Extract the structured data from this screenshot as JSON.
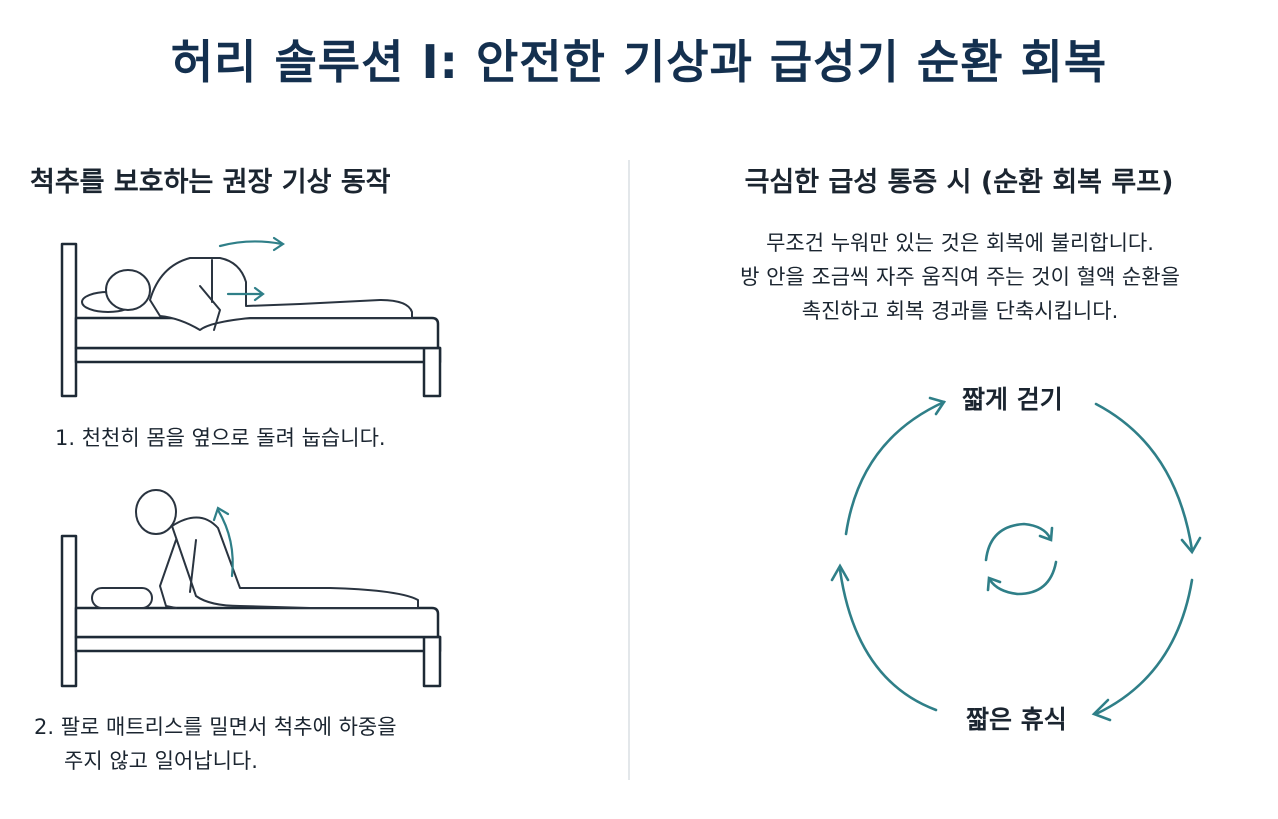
{
  "title": "허리 솔루션 I: 안전한 기상과 급성기 순환 회복",
  "left": {
    "heading": "척추를 보호하는 권장 기상 동작",
    "step1": "1. 천천히 몸을 옆으로 돌려 눕습니다.",
    "step2_line1": "2. 팔로 매트리스를 밀면서 척추에 하중을",
    "step2_line2": "주지 않고 일어납니다."
  },
  "right": {
    "heading": "극심한 급성 통증 시 (순환 회복 루프)",
    "desc_line1": "무조건 누워만 있는 것은 회복에 불리합니다.",
    "desc_line2": "방 안을 조금씩 자주 움직여 주는 것이 혈액 순환을",
    "desc_line3": "촉진하고 회복 경과를 단축시킵니다.",
    "loop_top": "짧게 걷기",
    "loop_bottom": "짧은 휴식"
  },
  "colors": {
    "title": "#14304f",
    "accent": "#2f7f88",
    "text": "#1b2530"
  }
}
